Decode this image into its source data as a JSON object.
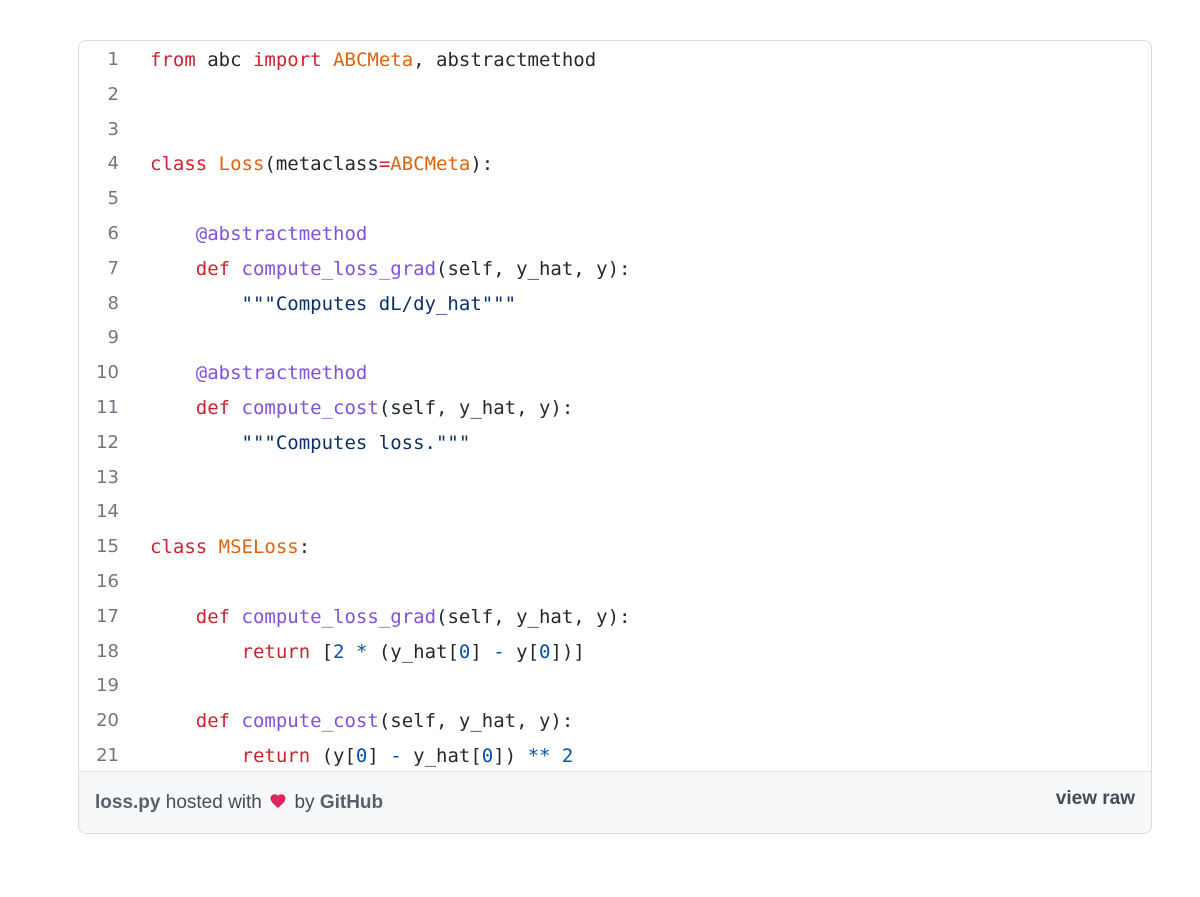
{
  "file": {
    "name": "loss.py"
  },
  "footer": {
    "hosted_with": "hosted with",
    "heart_icon": "heart-icon",
    "by": "by",
    "host": "GitHub",
    "view_raw": "view raw"
  },
  "colors": {
    "keyword": "#cf222e",
    "class_name": "#e36209",
    "function": "#8250df",
    "string": "#0a3069",
    "number": "#0550ae",
    "text": "#24292f",
    "heart": "#e0245e"
  },
  "lines": [
    {
      "n": "1",
      "tokens": [
        [
          "k",
          "from"
        ],
        [
          "t",
          " abc "
        ],
        [
          "k",
          "import"
        ],
        [
          "t",
          " "
        ],
        [
          "c",
          "ABCMeta"
        ],
        [
          "t",
          ", abstractmethod"
        ]
      ]
    },
    {
      "n": "2",
      "tokens": []
    },
    {
      "n": "3",
      "tokens": []
    },
    {
      "n": "4",
      "tokens": [
        [
          "k",
          "class"
        ],
        [
          "t",
          " "
        ],
        [
          "c",
          "Loss"
        ],
        [
          "t",
          "(metaclass"
        ],
        [
          "k",
          "="
        ],
        [
          "c",
          "ABCMeta"
        ],
        [
          "t",
          "):"
        ]
      ]
    },
    {
      "n": "5",
      "tokens": []
    },
    {
      "n": "6",
      "tokens": [
        [
          "t",
          "    "
        ],
        [
          "f",
          "@abstractmethod"
        ]
      ]
    },
    {
      "n": "7",
      "tokens": [
        [
          "t",
          "    "
        ],
        [
          "k",
          "def"
        ],
        [
          "t",
          " "
        ],
        [
          "f",
          "compute_loss_grad"
        ],
        [
          "t",
          "(self, y_hat, y):"
        ]
      ]
    },
    {
      "n": "8",
      "tokens": [
        [
          "t",
          "        "
        ],
        [
          "s",
          "\"\"\"Computes dL/dy_hat\"\"\""
        ]
      ]
    },
    {
      "n": "9",
      "tokens": []
    },
    {
      "n": "10",
      "tokens": [
        [
          "t",
          "    "
        ],
        [
          "f",
          "@abstractmethod"
        ]
      ]
    },
    {
      "n": "11",
      "tokens": [
        [
          "t",
          "    "
        ],
        [
          "k",
          "def"
        ],
        [
          "t",
          " "
        ],
        [
          "f",
          "compute_cost"
        ],
        [
          "t",
          "(self, y_hat, y):"
        ]
      ]
    },
    {
      "n": "12",
      "tokens": [
        [
          "t",
          "        "
        ],
        [
          "s",
          "\"\"\"Computes loss.\"\"\""
        ]
      ]
    },
    {
      "n": "13",
      "tokens": []
    },
    {
      "n": "14",
      "tokens": []
    },
    {
      "n": "15",
      "tokens": [
        [
          "k",
          "class"
        ],
        [
          "t",
          " "
        ],
        [
          "c",
          "MSELoss"
        ],
        [
          "t",
          ":"
        ]
      ]
    },
    {
      "n": "16",
      "tokens": []
    },
    {
      "n": "17",
      "tokens": [
        [
          "t",
          "    "
        ],
        [
          "k",
          "def"
        ],
        [
          "t",
          " "
        ],
        [
          "f",
          "compute_loss_grad"
        ],
        [
          "t",
          "(self, y_hat, y):"
        ]
      ]
    },
    {
      "n": "18",
      "tokens": [
        [
          "t",
          "        "
        ],
        [
          "k",
          "return"
        ],
        [
          "t",
          " ["
        ],
        [
          "n",
          "2"
        ],
        [
          "t",
          " "
        ],
        [
          "n",
          "*"
        ],
        [
          "t",
          " (y_hat["
        ],
        [
          "n",
          "0"
        ],
        [
          "t",
          "] "
        ],
        [
          "n",
          "-"
        ],
        [
          "t",
          " y["
        ],
        [
          "n",
          "0"
        ],
        [
          "t",
          "])]"
        ]
      ]
    },
    {
      "n": "19",
      "tokens": []
    },
    {
      "n": "20",
      "tokens": [
        [
          "t",
          "    "
        ],
        [
          "k",
          "def"
        ],
        [
          "t",
          " "
        ],
        [
          "f",
          "compute_cost"
        ],
        [
          "t",
          "(self, y_hat, y):"
        ]
      ]
    },
    {
      "n": "21",
      "tokens": [
        [
          "t",
          "        "
        ],
        [
          "k",
          "return"
        ],
        [
          "t",
          " (y["
        ],
        [
          "n",
          "0"
        ],
        [
          "t",
          "] "
        ],
        [
          "n",
          "-"
        ],
        [
          "t",
          " y_hat["
        ],
        [
          "n",
          "0"
        ],
        [
          "t",
          "]) "
        ],
        [
          "n",
          "**"
        ],
        [
          "t",
          " "
        ],
        [
          "n",
          "2"
        ]
      ]
    }
  ]
}
